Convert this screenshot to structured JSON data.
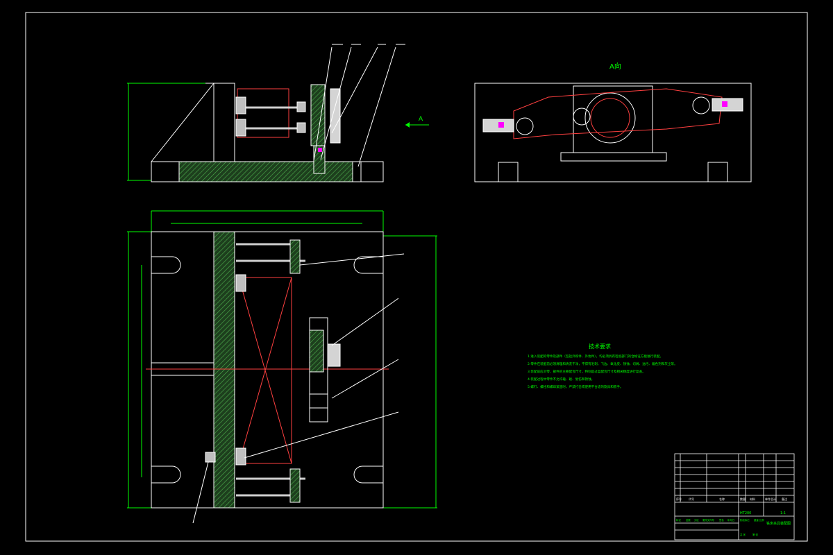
{
  "colors": {
    "background": "#000000",
    "outline": "#ffffff",
    "dimension": "#00ff00",
    "hidden_line": "#ff0000",
    "section_fill": "#3c8c3c",
    "part_fill": "#d4d4d4",
    "accent": "#ff00ff"
  },
  "view_label_a": "A向",
  "arrow_label": "A",
  "tech_title": "技术要求",
  "tech_lines": [
    "1.进入装配的零件及部件（包括外购件、外协件），均必须具有检验部门的合格证方能进行装配。",
    "2.零件在装配前必须清理和清洗干净，不得有毛刺、飞边、氧化皮、锈蚀、切屑、油污、着色剂和灰尘等。",
    "3.装配前应对零、部件的主要配合尺寸，特别是过盈配合尺寸及相关精度进行复查。",
    "4.装配过程中零件不允许磕、碰、划伤和锈蚀。",
    "5.螺钉、螺栓和螺母紧固时，严禁打击或使用不合适的旋具和扳手。"
  ],
  "title_block": {
    "drawing_name": "铣床夹具装配图",
    "material": "HT200",
    "scale": "1:1",
    "headers": [
      "序号",
      "代号",
      "名称",
      "数量",
      "材料",
      "单件",
      "总计",
      "备注"
    ],
    "sign_labels": [
      "标记",
      "处数",
      "分区",
      "更改文件号",
      "签名",
      "年月日"
    ],
    "stage_labels": [
      "阶段标记",
      "重量",
      "比例"
    ],
    "sheet_labels": [
      "共 张",
      "第 张"
    ]
  }
}
